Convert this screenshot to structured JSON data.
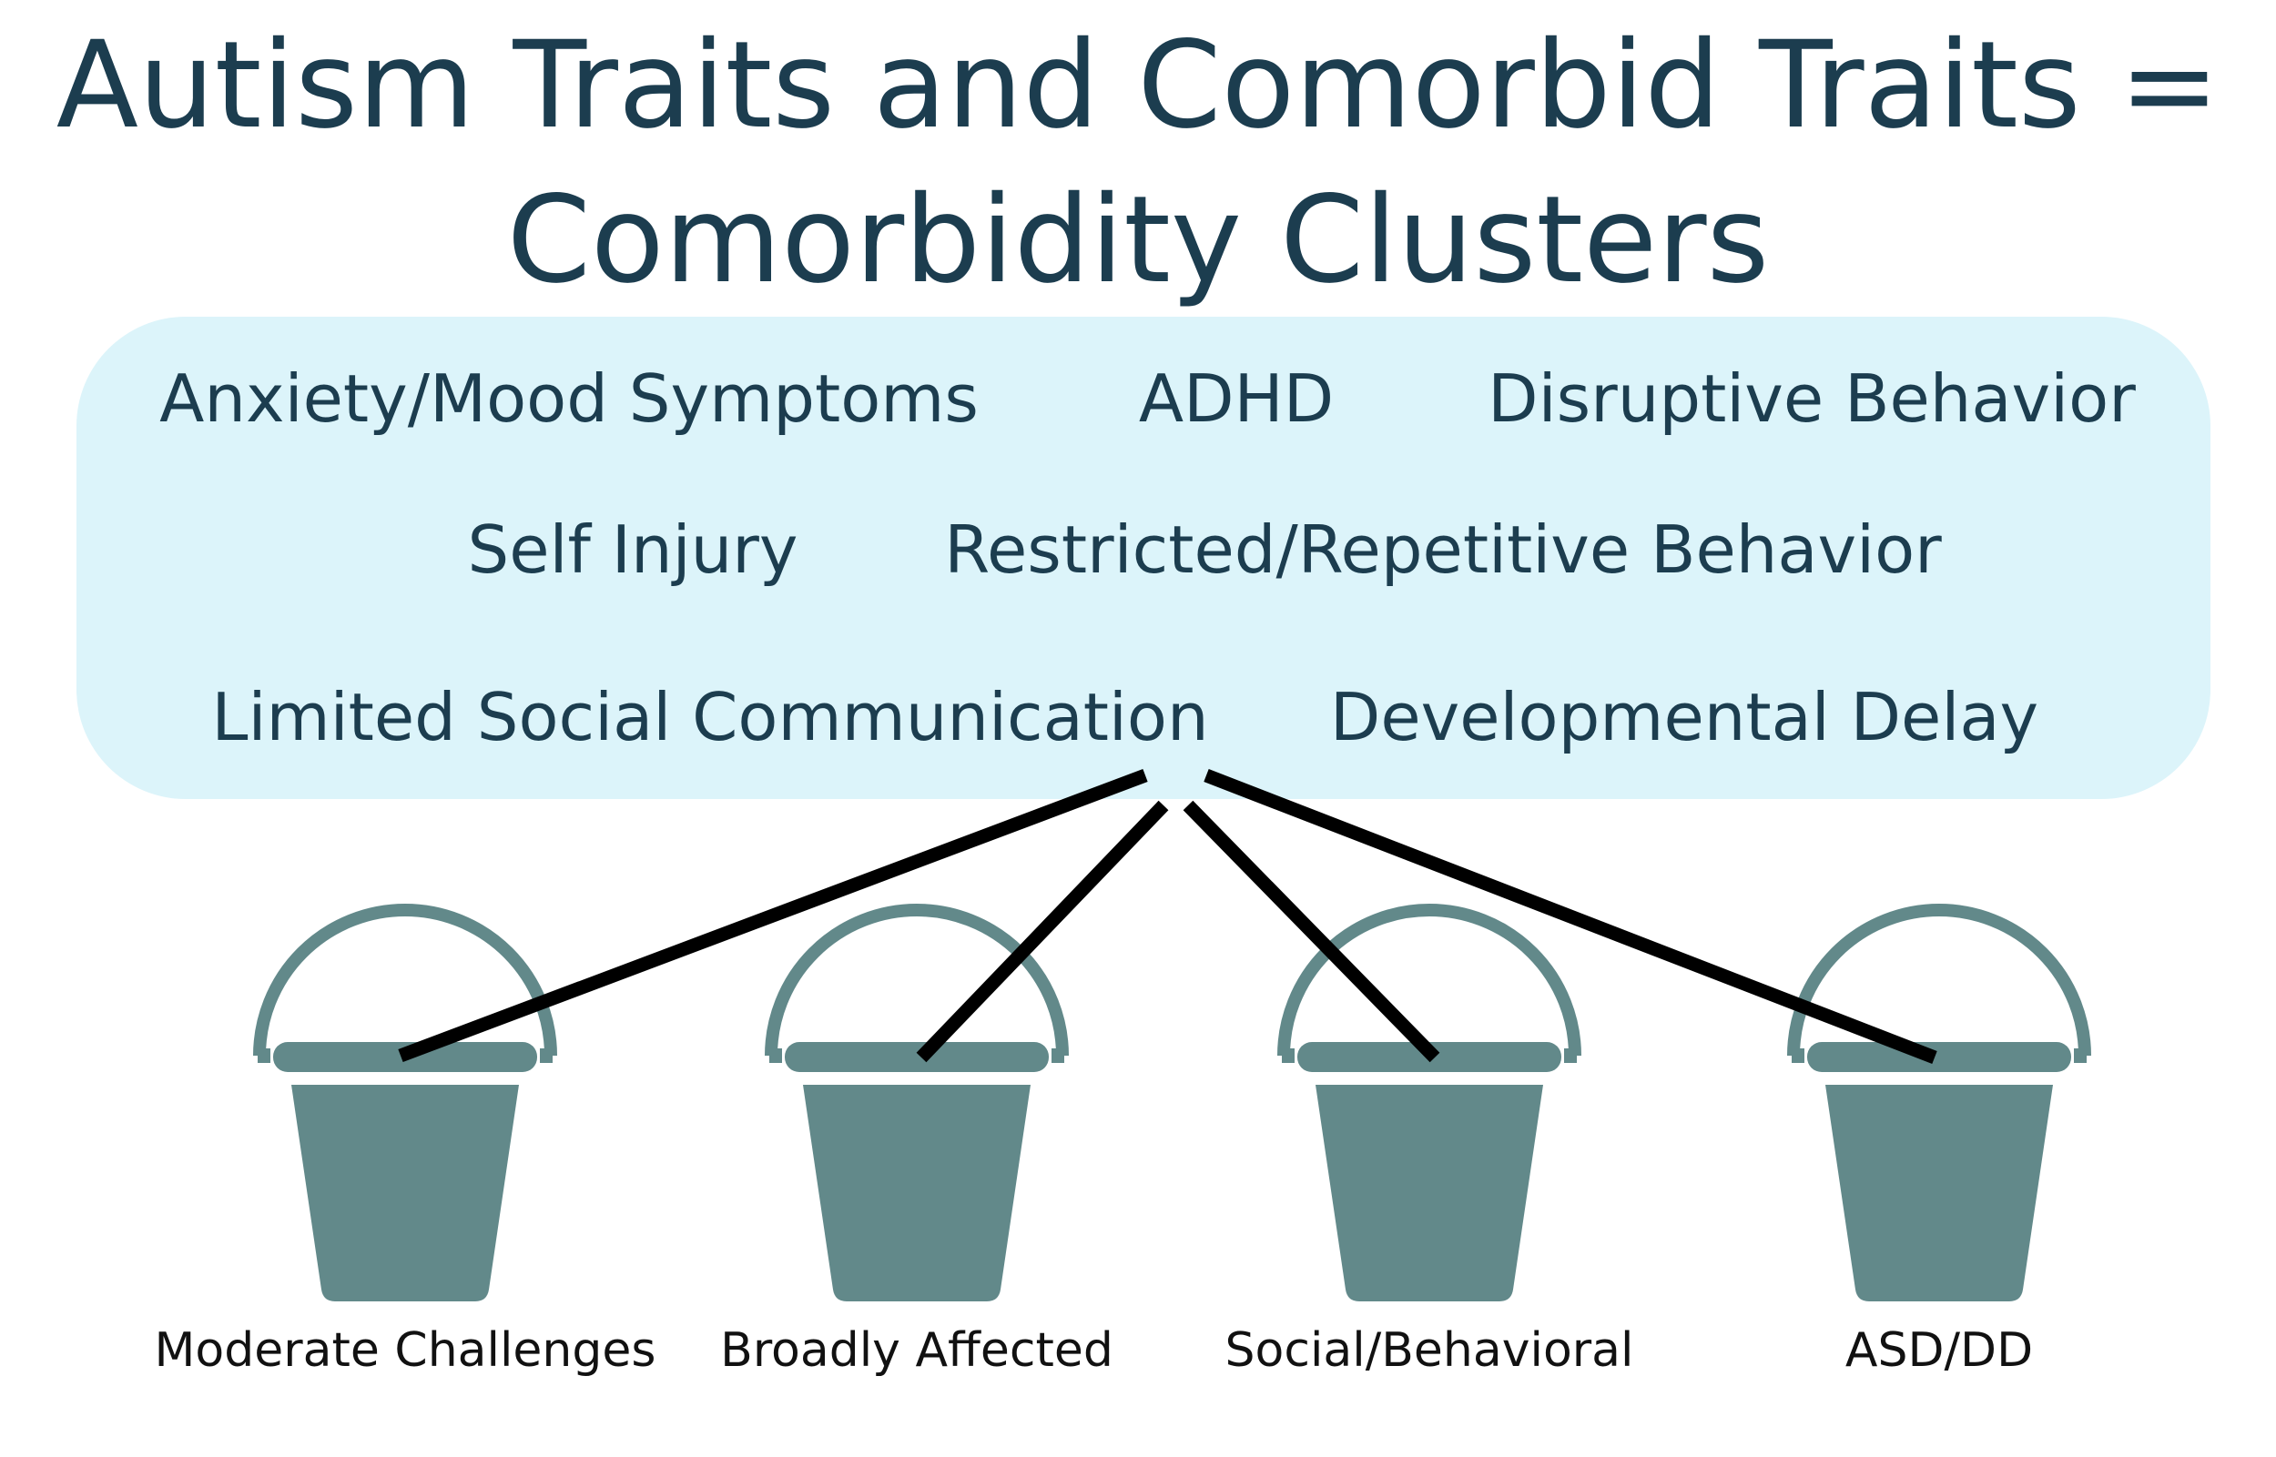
{
  "title": {
    "line1": "Autism Traits and Comorbid Traits =",
    "line2": "Comorbidity Clusters"
  },
  "traits": [
    "Anxiety/Mood Symptoms",
    "ADHD",
    "Disruptive Behavior",
    "Self Injury",
    "Restricted/Repetitive Behavior",
    "Limited Social Communication",
    "Developmental Delay"
  ],
  "clusters": [
    "Moderate Challenges",
    "Broadly Affected",
    "Social/Behavioral",
    "ASD/DD"
  ],
  "colors": {
    "title_text": "#1c3d4f",
    "panel_fill": "#dcf4fa",
    "bucket_fill": "#62898a",
    "connector": "#000000",
    "label_text": "#111111"
  },
  "icons": {
    "bucket": "bucket-icon"
  }
}
